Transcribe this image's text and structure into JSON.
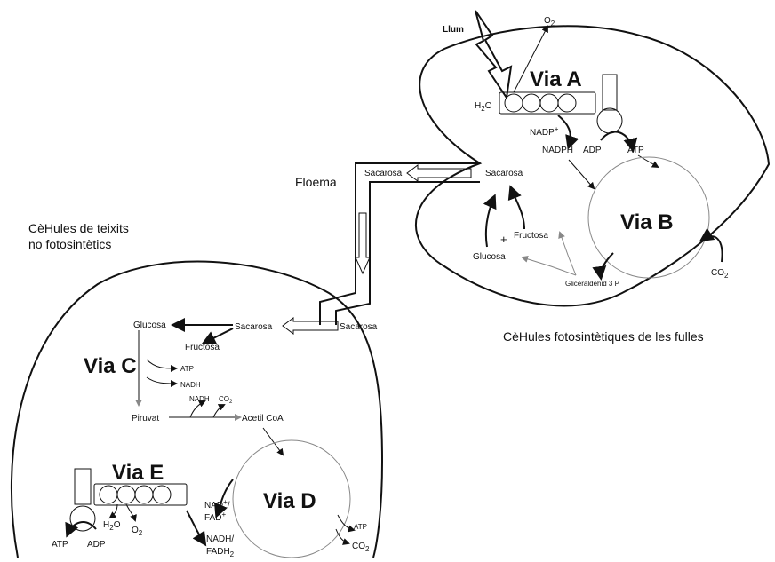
{
  "labels": {
    "llum": "Llum",
    "o2_top": "O",
    "o2_top_sub": "2",
    "h2o_top": "H",
    "h2o_top_sub": "2",
    "h2o_top_o": "O",
    "via_a": "Via A",
    "nadp": "NADP",
    "nadp_sup": "+",
    "nadph_top": "NADPH",
    "adp_top": "ADP",
    "atp_top": "ATP",
    "via_b": "Via B",
    "floema": "Floema",
    "sacarosa_top_left": "Sacarosa",
    "sacarosa_top_right": "Sacarosa",
    "fructosa_top": "Fructosa",
    "plus": "+",
    "glucosa_top": "Glucosa",
    "gliceraldehid": "Gliceraldehid 3 P",
    "co2_right": "CO",
    "co2_right_sub": "2",
    "cells_leaf": "CèHules fotosintètiques de les fulles",
    "cells_other_1": "CèHules de teixits",
    "cells_other_2": "no fotosintètics",
    "sacarosa_mid_right": "Sacarosa",
    "glucosa_left": "Glucosa",
    "sacarosa_left": "Sacarosa",
    "fructosa_left": "Fructosa",
    "via_c": "Via C",
    "atp_c": "ATP",
    "nadh_c": "NADH",
    "nadh_small": "NADH",
    "co2_small": "CO",
    "co2_small_sub": "2",
    "piruvat": "Piruvat",
    "acetil": "Acetil CoA",
    "via_e": "Via E",
    "via_d": "Via D",
    "nad": "NAD",
    "nad_sup": "+",
    "nad_slash": "/",
    "fad": "FAD",
    "fad_sup": "+",
    "nadh_fadh": "NADH/",
    "fadh2": "FADH",
    "fadh2_sub": "2",
    "h2o_bottom": "H",
    "h2o_bottom_sub": "2",
    "h2o_bottom_o": "O",
    "o2_bottom": "O",
    "o2_bottom_sub": "2",
    "atp_bottom": "ATP",
    "adp_bottom": "ADP",
    "atp_d": "ATP",
    "co2_d": "CO",
    "co2_d_sub": "2"
  }
}
